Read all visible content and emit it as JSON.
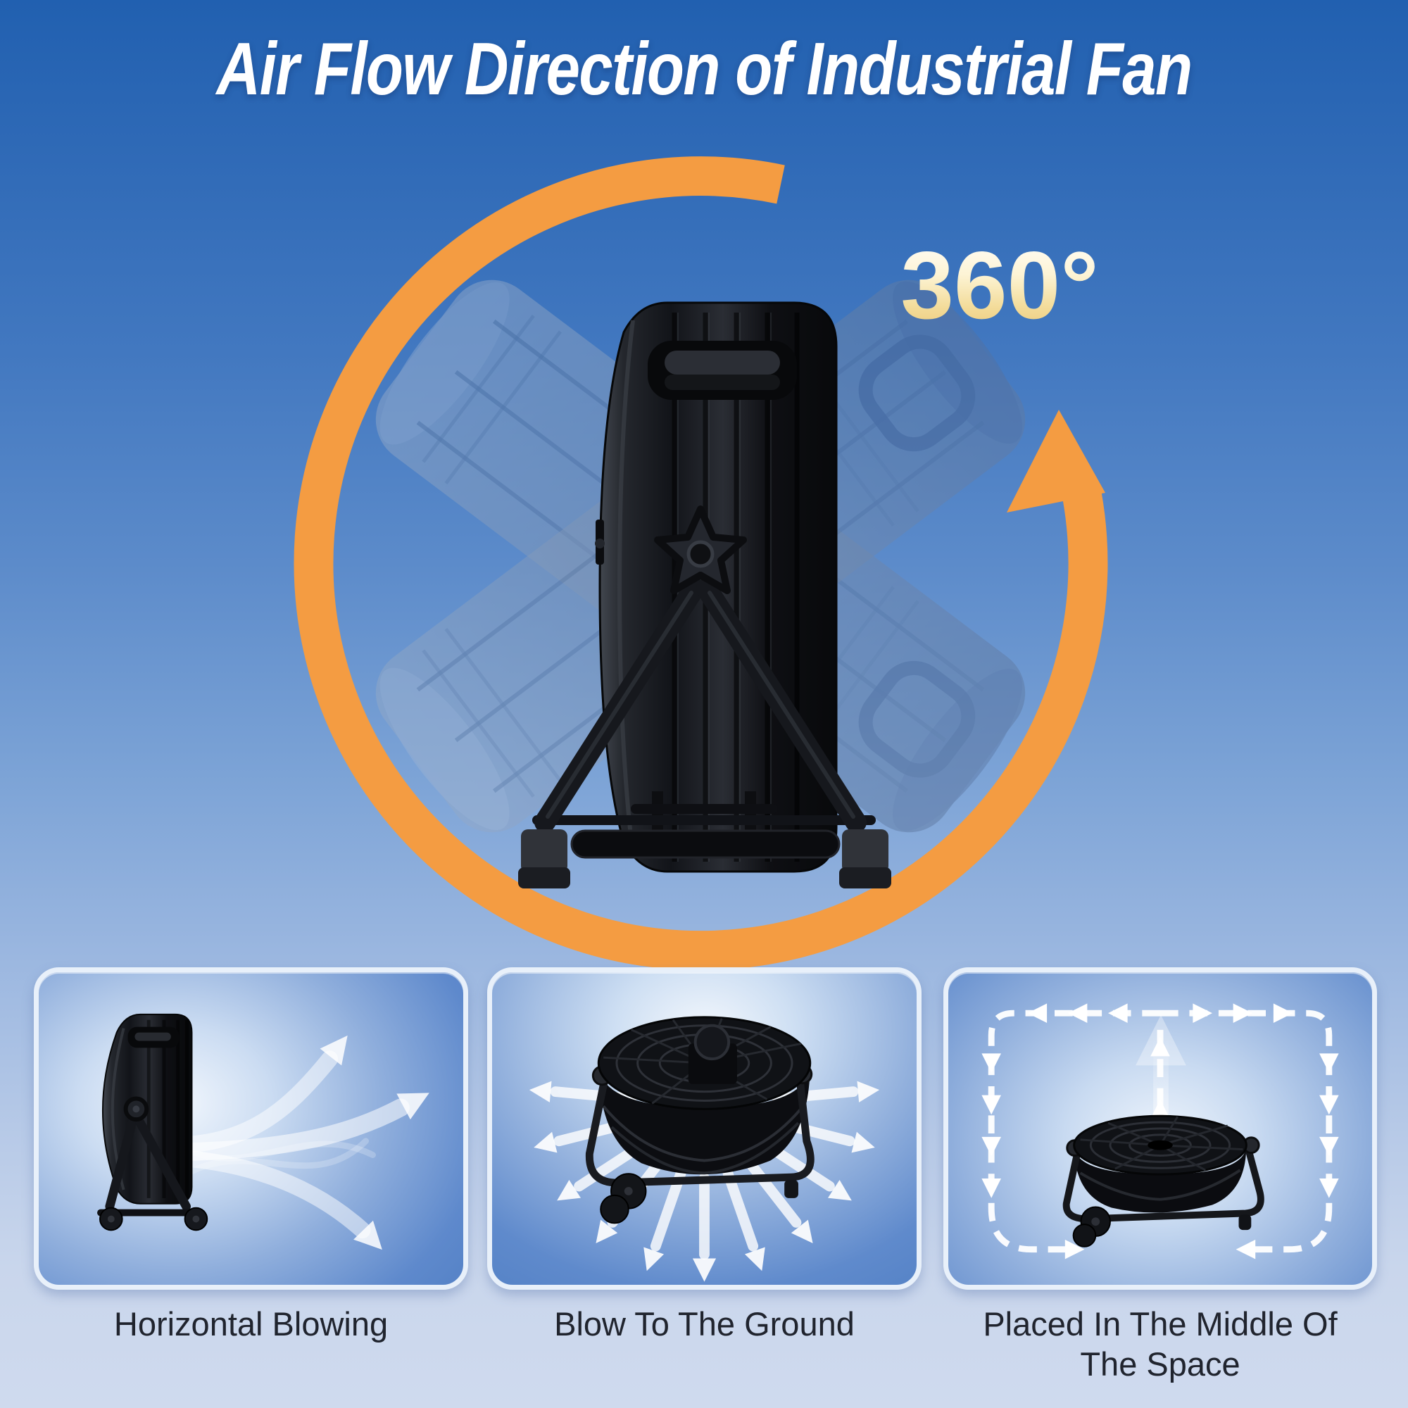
{
  "title": "Air Flow Direction of Industrial Fan",
  "hero": {
    "rotation_label": "360°"
  },
  "panels": [
    {
      "id": "horizontal",
      "caption": "Horizontal Blowing"
    },
    {
      "id": "ground",
      "caption": "Blow To The Ground"
    },
    {
      "id": "circulation",
      "caption": "Placed In The Middle Of The Space"
    }
  ],
  "colors": {
    "background_top": "#2160B0",
    "background_bottom": "#CFDAEE",
    "accent_orange": "#F49C42",
    "degree_text_gradient": [
      "#FFFFFF",
      "#ECC671"
    ],
    "panel_blue": "#4A7AC0",
    "panel_border": "#E8F0FA",
    "caption_text": "#20242E",
    "fan_black": "#101114",
    "ghost_fan_blue": "#7C93B5",
    "airflow_arrow_white": "#FFFFFF"
  }
}
